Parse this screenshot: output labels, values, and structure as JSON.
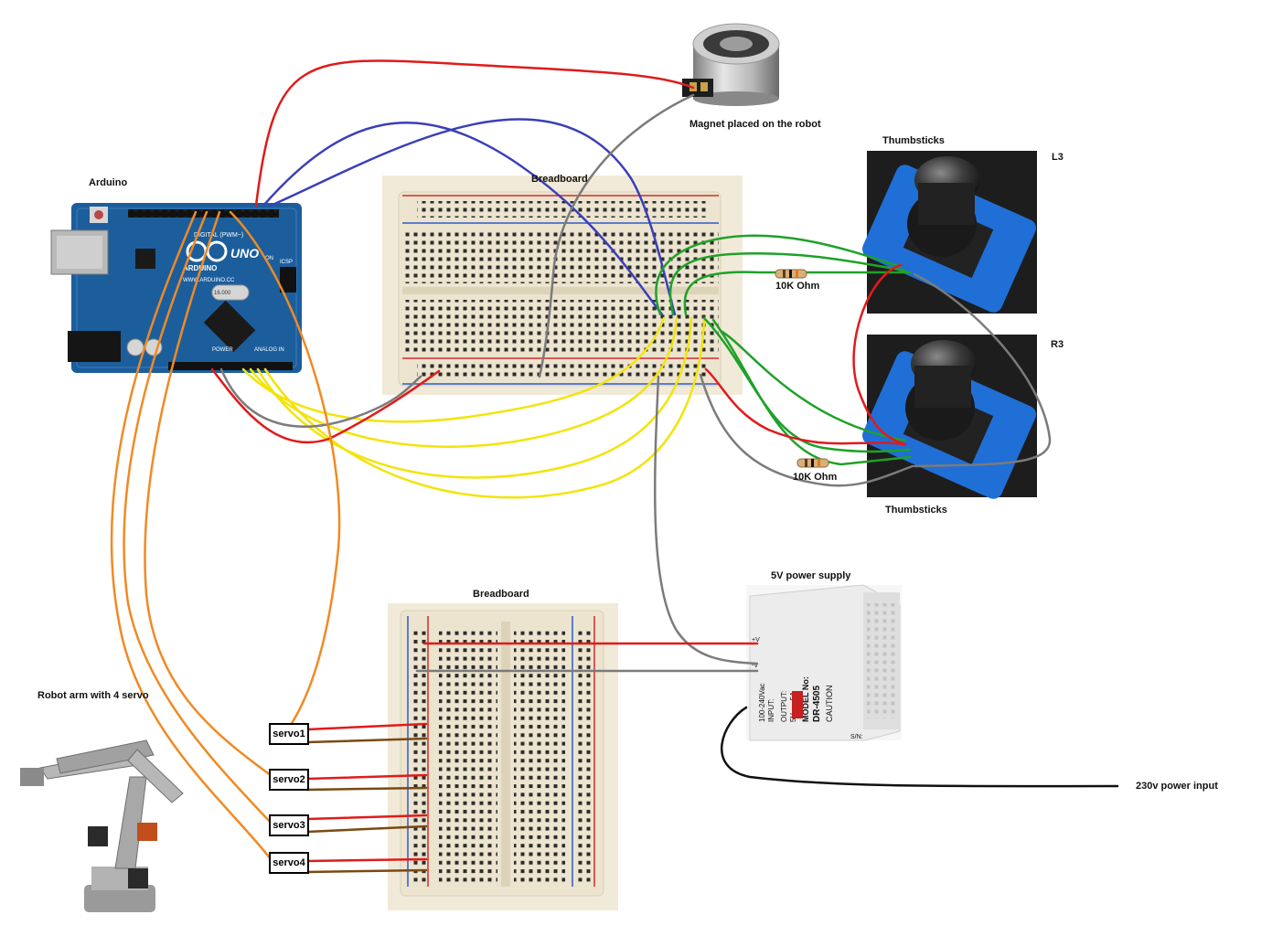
{
  "labels": {
    "magnet": "Magnet placed on the robot",
    "arduino": "Arduino",
    "breadboard_top": "Breadboard",
    "breadboard_bottom": "Breadboard",
    "thumbsticks_top": "Thumbsticks",
    "thumbsticks_bottom": "Thumbsticks",
    "l3": "L3",
    "r3": "R3",
    "resistor_top": "10K Ohm",
    "resistor_bottom": "10K Ohm",
    "power_supply": "5V power supply",
    "power_input": "230v power input",
    "robot_arm": "Robot arm with 4 servo"
  },
  "servos": [
    "servo1",
    "servo2",
    "servo3",
    "servo4"
  ],
  "arduino_board": {
    "uno": "UNO",
    "brand": "ARDUINO",
    "url": "WWW.ARDUINO.CC",
    "digital": "DIGITAL (PWM~)",
    "on": "ON",
    "icsp": "ICSP",
    "power": "POWER",
    "analog": "ANALOG IN",
    "crystal": "16.000"
  },
  "psu": {
    "model_title": "MODEL No:",
    "model": "DR-4505",
    "caution": "CAUTION",
    "output": "OUTPUT:",
    "output_spec": "5V == 5A",
    "input": "INPUT:",
    "input_spec": "100-240Vac",
    "plus_v": "+V",
    "minus_v": "-V",
    "sn": "S/N:"
  },
  "colors": {
    "red_wire": "#e01b1b",
    "blue_wire": "#3a3fb8",
    "green_wire": "#1fa12a",
    "yellow_wire": "#f2e40c",
    "orange_wire": "#f08a24",
    "gray_wire": "#7b7b7b",
    "brown_wire": "#7a4a12",
    "arduino_board": "#1c5e9c",
    "joystick_board": "#1f6fd6",
    "breadboard": "#f1ead8"
  }
}
